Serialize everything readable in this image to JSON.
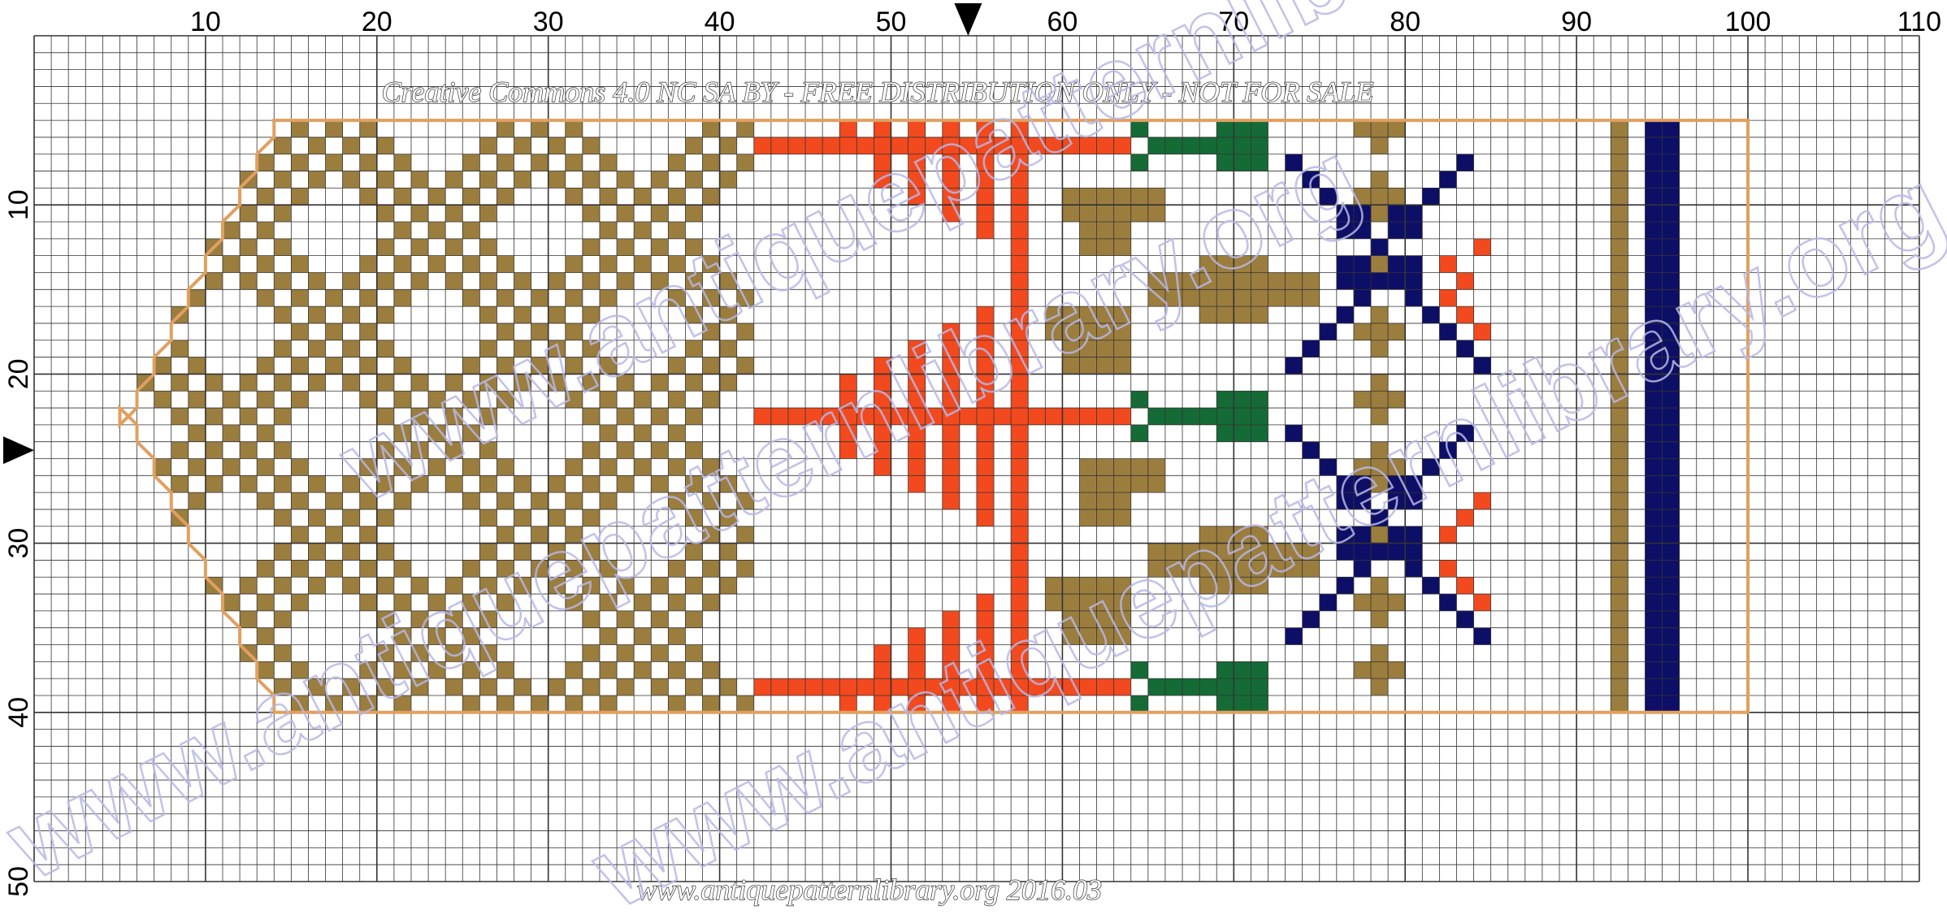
{
  "grid": {
    "cols": 110,
    "rows": 50
  },
  "axis_labels": {
    "top": [
      "10",
      "20",
      "30",
      "40",
      "50",
      "60",
      "70",
      "80",
      "90",
      "100",
      "110"
    ],
    "left": [
      "10",
      "20",
      "30",
      "40",
      "50"
    ]
  },
  "center_markers": {
    "column": 55,
    "row": 25
  },
  "credit_top": "Creative Commons 4.0 NC SA BY - FREE DISTRIBUTION ONLY - NOT FOR SALE",
  "credit_bottom": "www.antiquepatternlibrary.org 2016.03",
  "watermark": "www.antiquepatternlibrary.org",
  "colors": {
    "gold": "#9b7d3e",
    "red": "#f24a1e",
    "green": "#156b36",
    "navy": "#0d0f66",
    "outline": "#e0a060",
    "grid_line": "#333333"
  }
}
